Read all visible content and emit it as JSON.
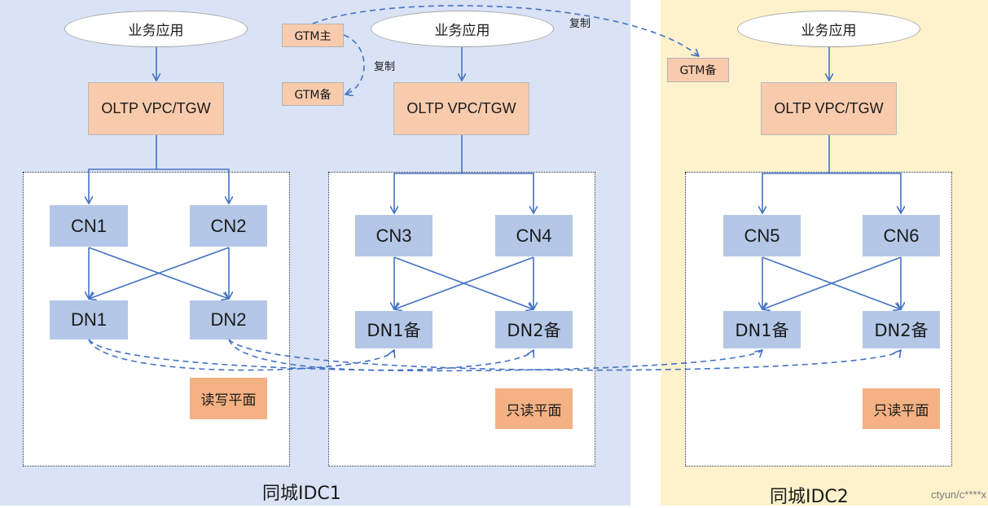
{
  "regions": {
    "idc1_label": "同城IDC1",
    "idc2_label": "同城IDC2"
  },
  "app_label": "业务应用",
  "oltp_label": "OLTP VPC/TGW",
  "gtm": {
    "primary": "GTM主",
    "standby": "GTM备"
  },
  "copy_label": "复制",
  "nodes": {
    "cn1": "CN1",
    "cn2": "CN2",
    "cn3": "CN3",
    "cn4": "CN4",
    "cn5": "CN5",
    "cn6": "CN6",
    "dn1": "DN1",
    "dn2": "DN2",
    "dn1_standby": "DN1备",
    "dn2_standby": "DN2备"
  },
  "planes": {
    "read_write": "读写平面",
    "read_only": "只读平面"
  },
  "watermark": "ctyun/c****x",
  "colors": {
    "idc1_background": "#dae3f5",
    "idc2_background": "#fef2cc",
    "node_fill": "#b4c7e7",
    "oltp_fill": "#f8cbad",
    "plane_fill": "#f4b183",
    "connector": "#4472c4"
  }
}
